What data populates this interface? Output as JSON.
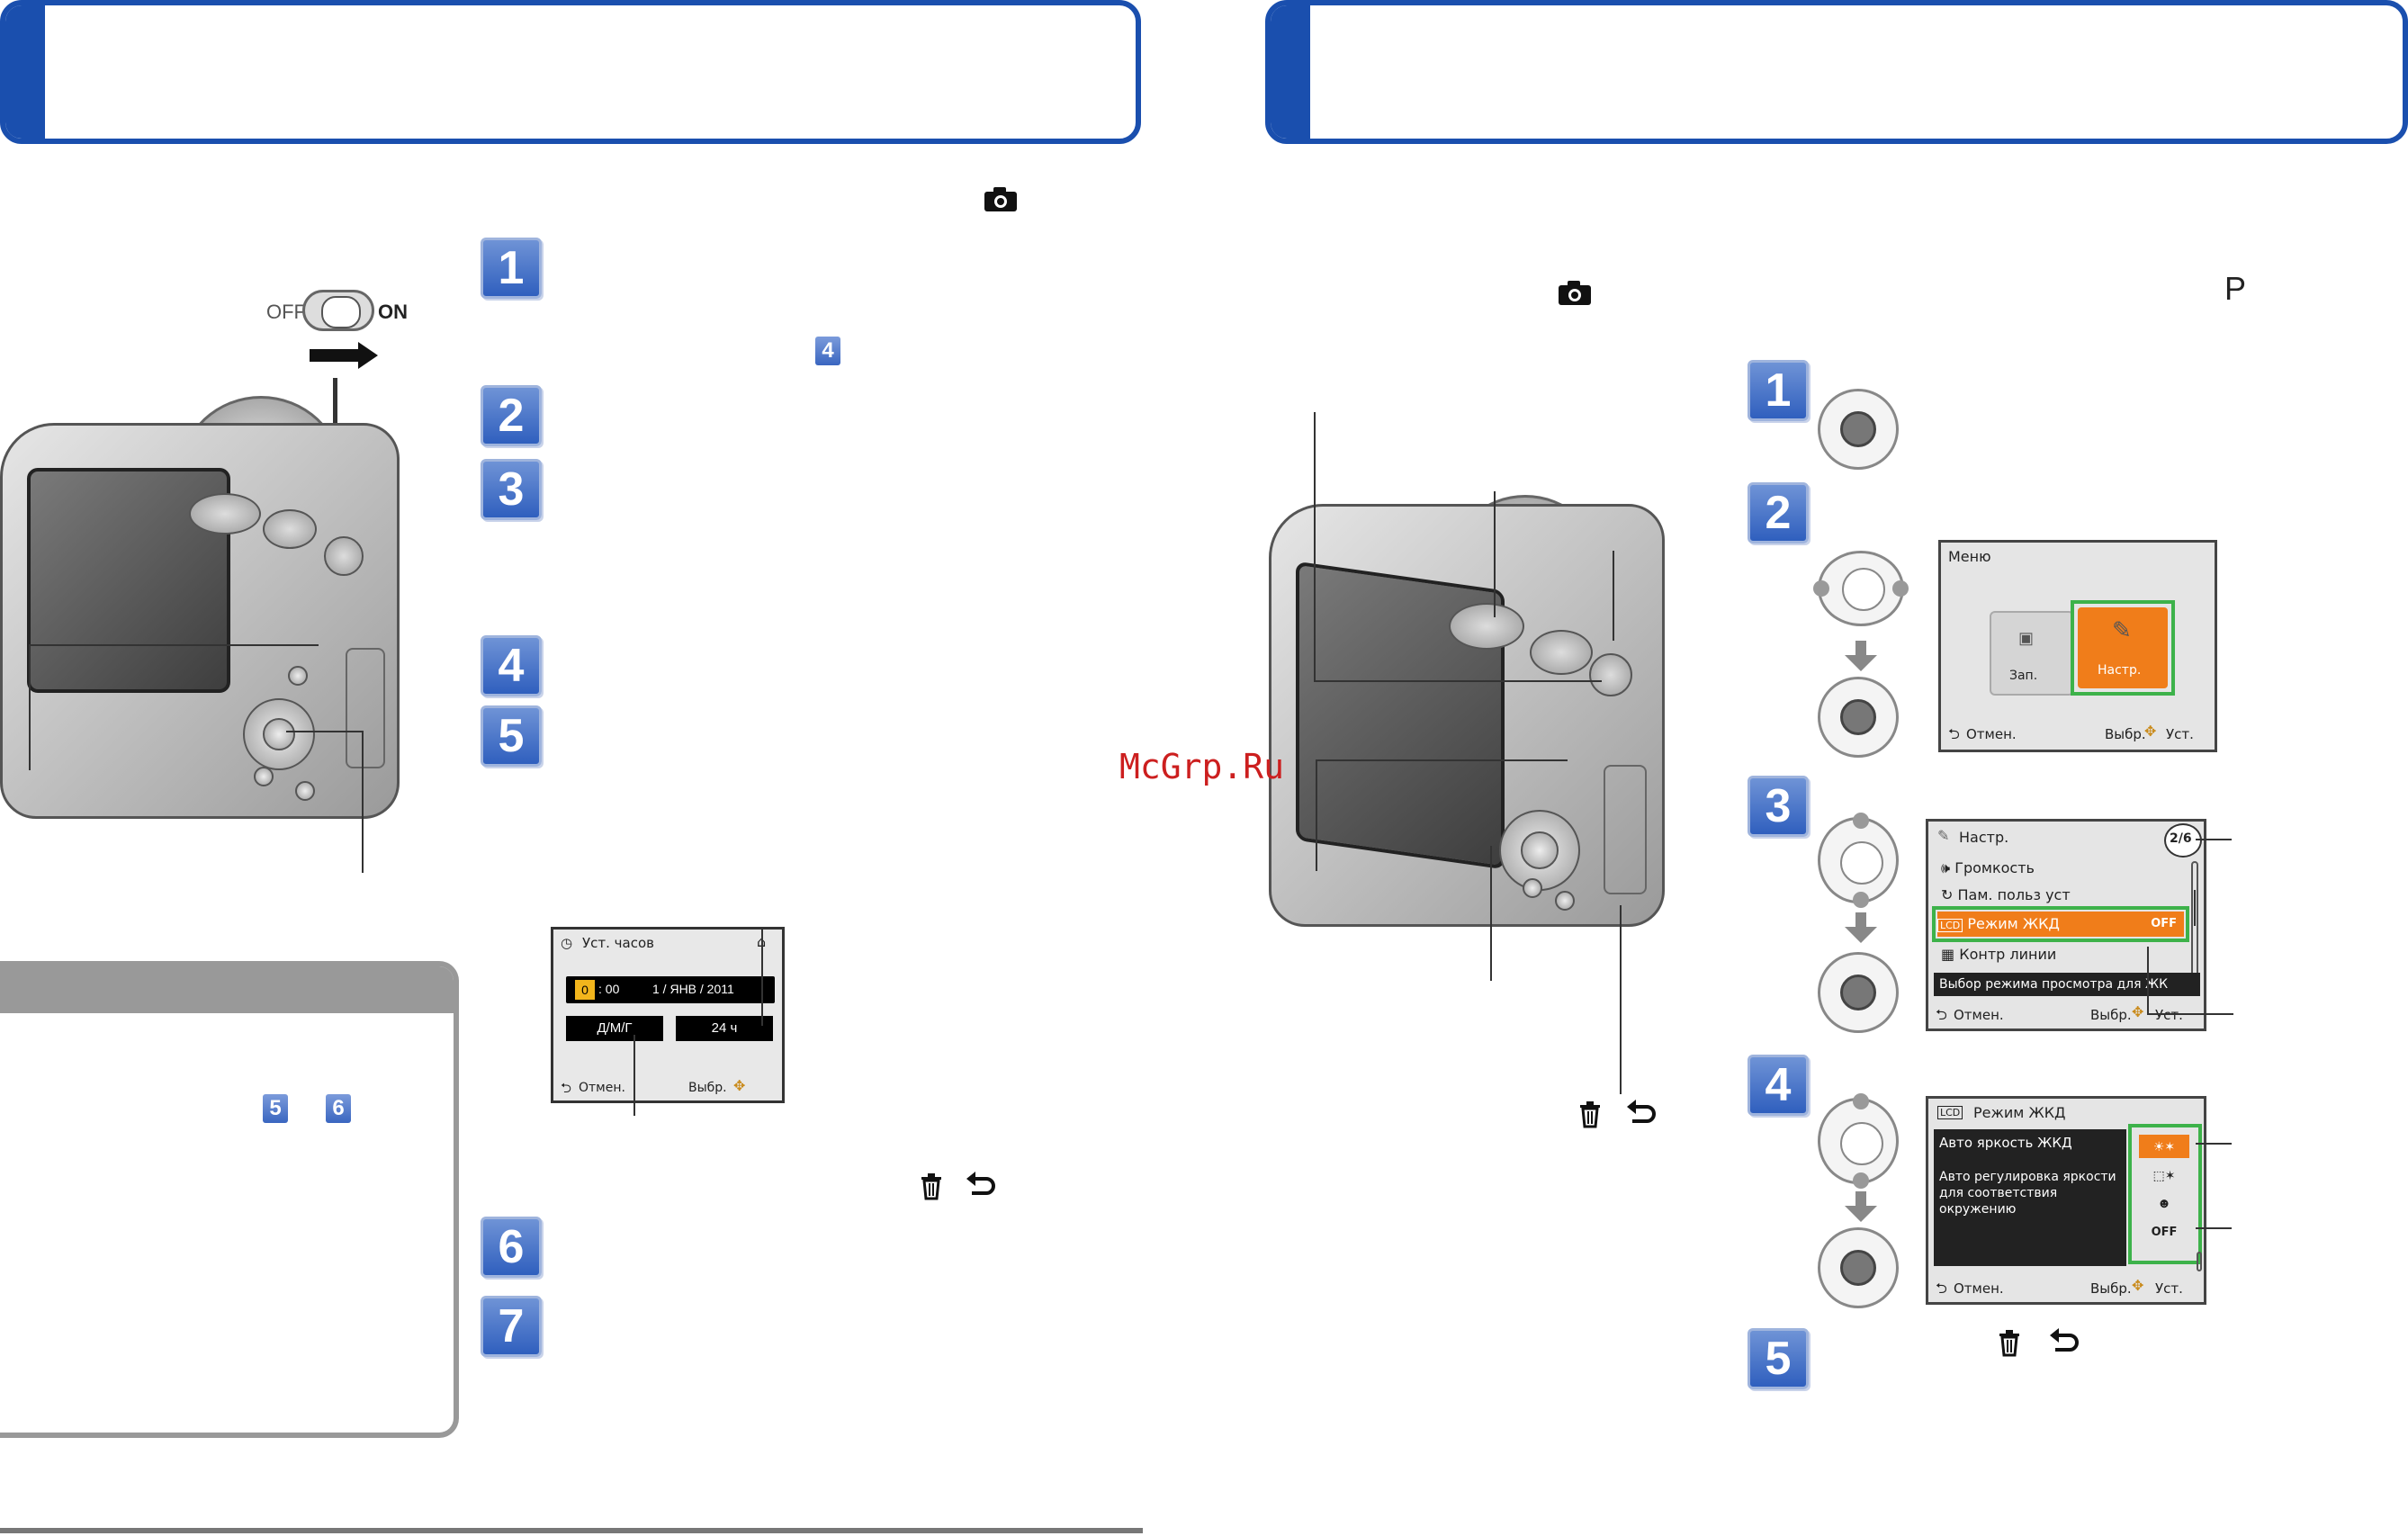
{
  "left_page": {
    "camera_icon": "camera-icon",
    "switch": {
      "off": "OFF",
      "on": "ON"
    },
    "steps": [
      "1",
      "2",
      "3",
      "4",
      "5",
      "6",
      "7"
    ],
    "step_ref": "4",
    "note_refs": [
      "5",
      "6"
    ],
    "clock_screen": {
      "title": "Уст. часов",
      "hour": "0",
      "minute": ": 00",
      "date": "1  /  ЯНВ  /  2011",
      "date_format": "Д/М/Г",
      "time_format": "24 ч",
      "cancel": "Отмен.",
      "select": "Выбр."
    }
  },
  "right_page": {
    "mode_p": "P",
    "steps": [
      "1",
      "2",
      "3",
      "4",
      "5"
    ],
    "menu_screen": {
      "title": "Меню",
      "rec": "Зап.",
      "setup": "Настр.",
      "cancel": "Отмен.",
      "select": "Выбр.",
      "set": "Уст."
    },
    "setup_screen": {
      "title": "Настр.",
      "page": "2/6",
      "items": [
        "Громкость",
        "Пам. польз уст",
        "Режим ЖКД",
        "Контр линии"
      ],
      "selected_value": "OFF",
      "hint": "Выбор режима просмотра для ЖК",
      "cancel": "Отмен.",
      "select": "Выбр.",
      "set": "Уст."
    },
    "lcd_screen": {
      "title": "Режим ЖКД",
      "option_title": "Авто яркость ЖКД",
      "option_desc": "Авто регулировка яркости для соответствия окружению",
      "off": "OFF",
      "cancel": "Отмен.",
      "select": "Выбр.",
      "set": "Уст."
    }
  },
  "watermark": "McGrp.Ru",
  "colors": {
    "banner": "#1a4fae",
    "step": "#3a66c0",
    "highlight": "#3db24a",
    "orange": "#f07d1a"
  }
}
